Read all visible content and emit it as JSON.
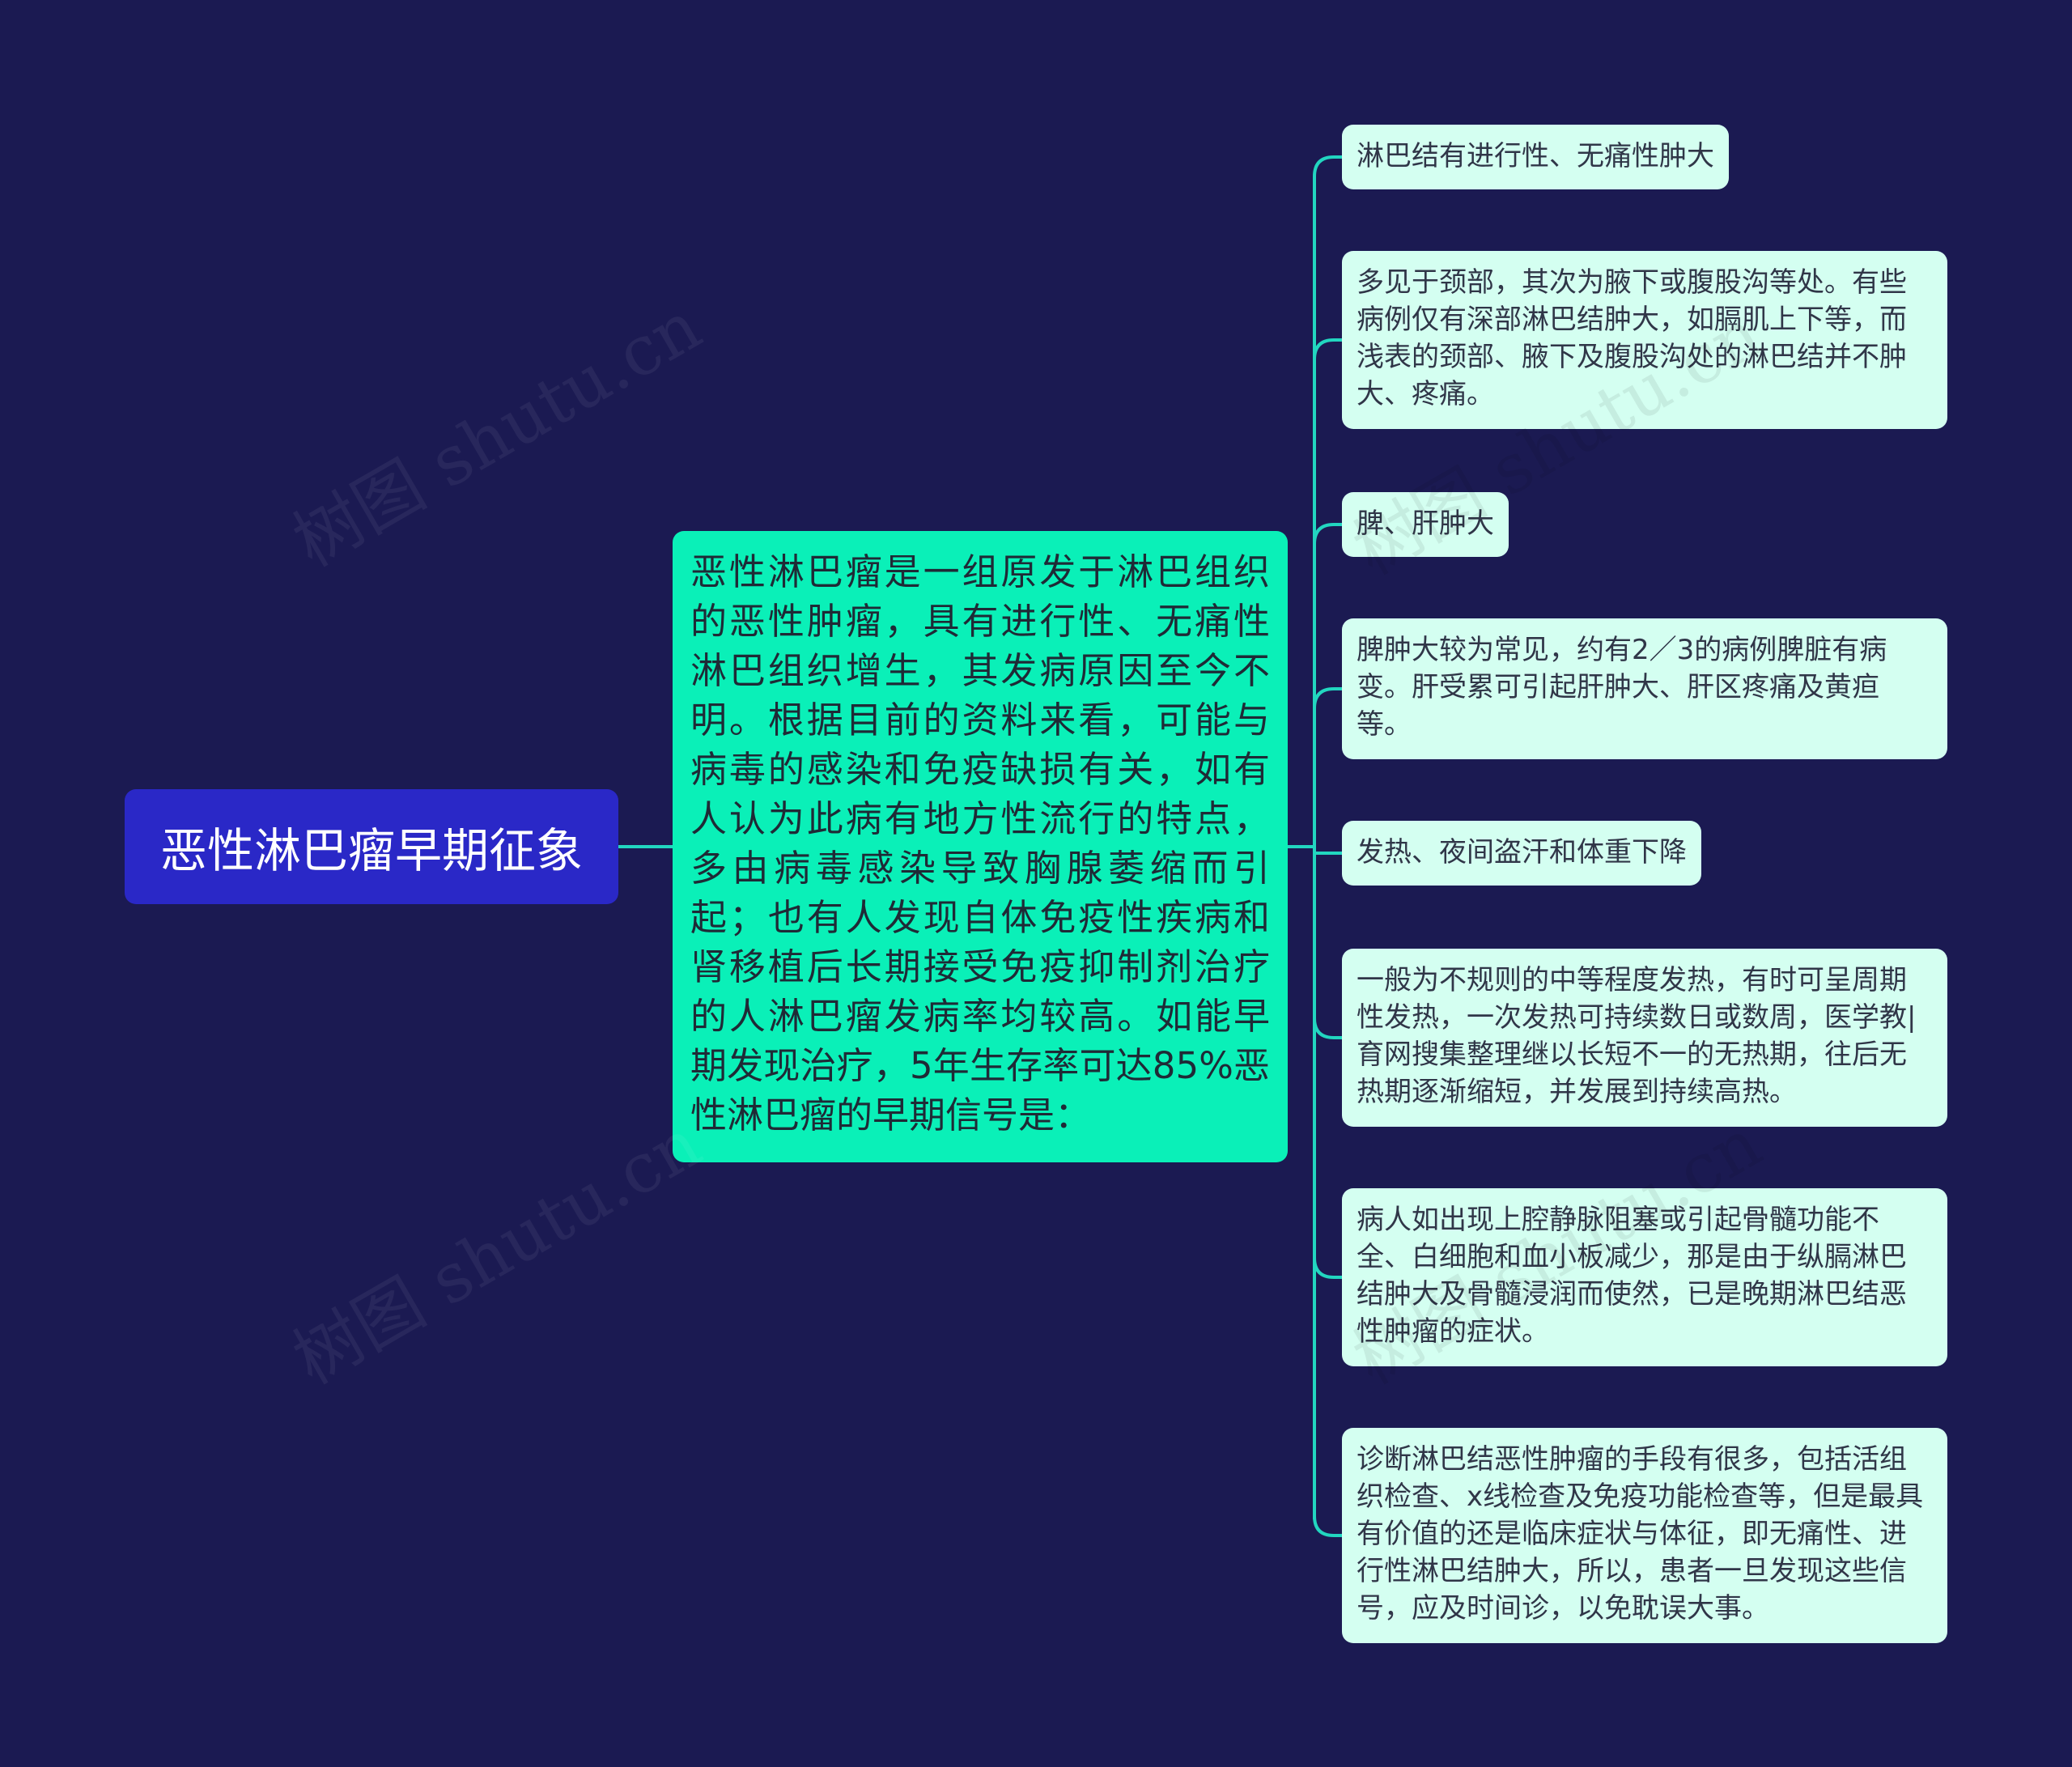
{
  "root": {
    "label": "恶性淋巴瘤早期征象"
  },
  "intro": {
    "text": "恶性淋巴瘤是一组原发于淋巴组织的恶性肿瘤，具有进行性、无痛性淋巴组织增生，其发病原因至今不明。根据目前的资料来看，可能与病毒的感染和免疫缺损有关，如有人认为此病有地方性流行的特点，多由病毒感染导致胸腺萎缩而引起；也有人发现自体免疫性疾病和肾移植后长期接受免疫抑制剂治疗的人淋巴瘤发病率均较高。如能早期发现治疗，5年生存率可达85%恶性淋巴瘤的早期信号是："
  },
  "leaves": [
    {
      "text": "淋巴结有进行性、无痛性肿大"
    },
    {
      "text": "多见于颈部，其次为腋下或腹股沟等处。有些病例仅有深部淋巴结肿大，如膈肌上下等，而浅表的颈部、腋下及腹股沟处的淋巴结并不肿大、疼痛。"
    },
    {
      "text": "脾、肝肿大"
    },
    {
      "text": "脾肿大较为常见，约有2／3的病例脾脏有病变。肝受累可引起肝肿大、肝区疼痛及黄疸等。"
    },
    {
      "text": "发热、夜间盗汗和体重下降"
    },
    {
      "text": "一般为不规则的中等程度发热，有时可呈周期性发热，一次发热可持续数日或数周，医学教|育网搜集整理继以长短不一的无热期，往后无热期逐渐缩短，并发展到持续高热。"
    },
    {
      "text": "病人如出现上腔静脉阻塞或引起骨髓功能不全、白细胞和血小板减少，那是由于纵膈淋巴结肿大及骨髓浸润而使然，已是晚期淋巴结恶性肿瘤的症状。"
    },
    {
      "text": "诊断淋巴结恶性肿瘤的手段有很多，包括活组织检查、x线检查及免疫功能检查等，但是最具有价值的还是临床症状与体征，即无痛性、进行性淋巴结肿大，所以，患者一旦发现这些信号，应及时间诊，以免耽误大事。"
    }
  ],
  "watermark": {
    "text": "树图 shutu.cn"
  },
  "colors": {
    "background": "#1b1a52",
    "root": "#2a28c7",
    "intro": "#0af0b8",
    "leaf": "#d4fff1",
    "connector": "#22d6c0"
  }
}
